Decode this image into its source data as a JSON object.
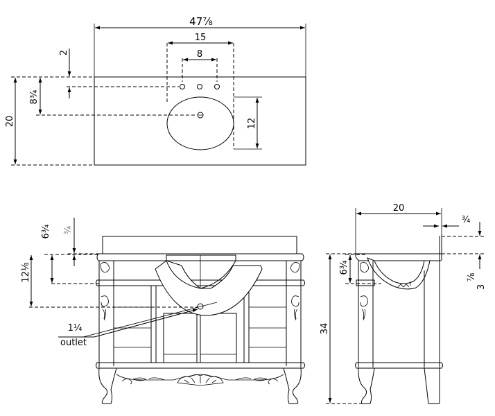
{
  "top_view": {
    "overall_width": "47⅞",
    "depth": "20",
    "faucet_spread_outer": "15",
    "faucet_spread_inner": "8",
    "edge_to_holes": "2",
    "edge_to_drain": "8¾",
    "bowl_depth": "12"
  },
  "front_view": {
    "top_thickness": "¾",
    "top_to_rail": "6¾",
    "top_to_outlet": "12⅛",
    "outlet_size": "1¼",
    "outlet_label": "outlet"
  },
  "side_view": {
    "depth": "20",
    "overhang": "¾",
    "bowl_depth": "6¾",
    "backsplash": "⅞",
    "backsplash_offset": "3",
    "height": "34"
  }
}
